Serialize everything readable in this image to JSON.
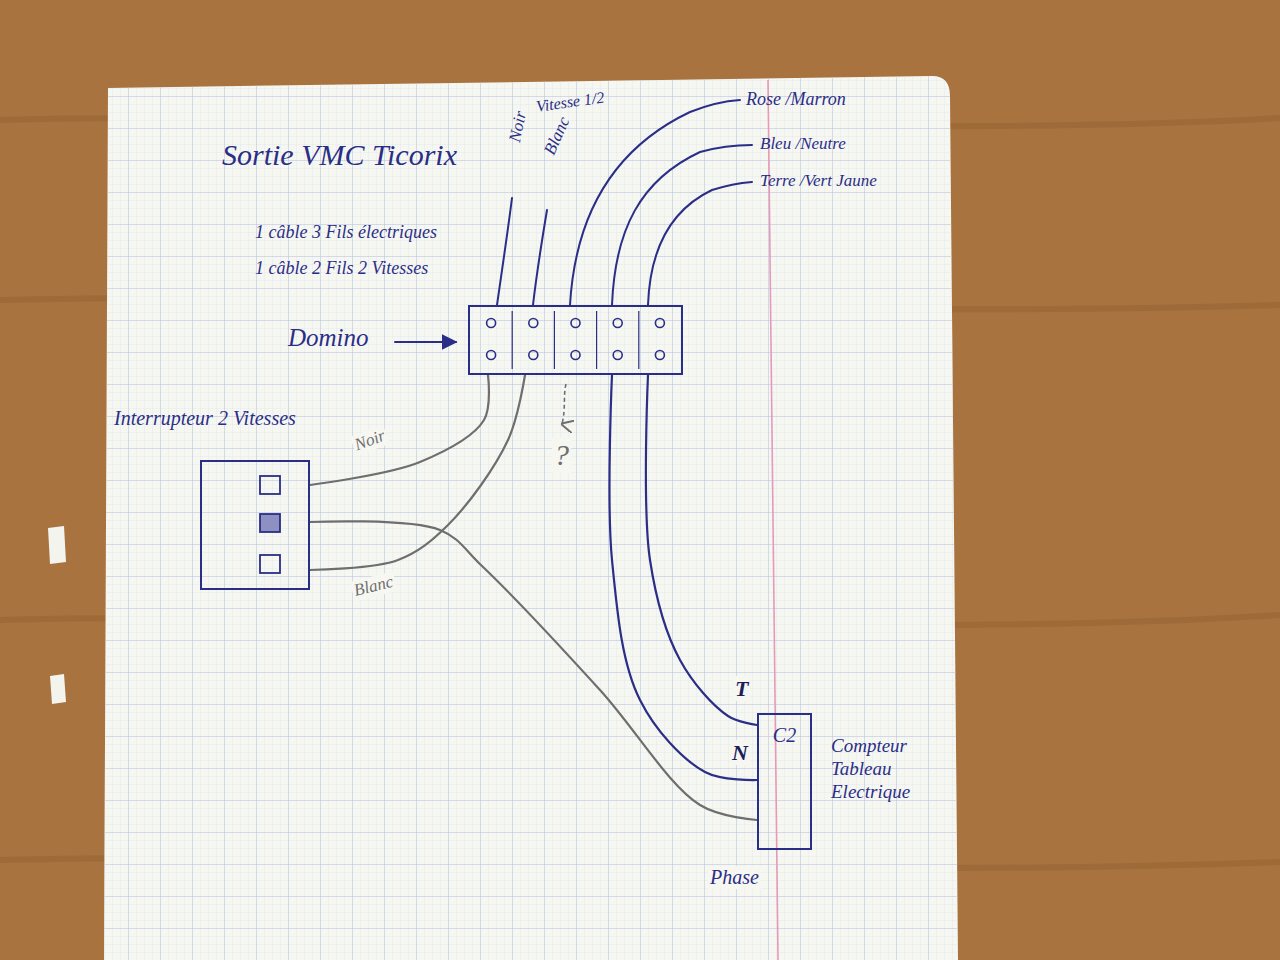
{
  "diagram": {
    "title": "Sortie VMC Ticorix",
    "nodes": [
      {
        "text": [
          "Domino"
        ]
      },
      {
        "text": [
          "Interrupteur 2 Vitesses"
        ]
      },
      {
        "text": [
          "C2",
          "Compteur Tableau Electrique"
        ]
      }
    ],
    "edges": [
      {
        "from": 0,
        "to": 1,
        "arrow": "none",
        "label": "Noir"
      },
      {
        "from": 0,
        "to": 1,
        "arrow": "none",
        "label": "Blanc"
      },
      {
        "from": 1,
        "to": 2,
        "arrow": "none"
      },
      {
        "from": 0,
        "to": 2,
        "arrow": "none"
      },
      {
        "from": 0,
        "to": 2,
        "arrow": "none"
      }
    ],
    "labels": [
      "1 câble 3 Fils électriques",
      "1 câble 2 Fils 2 Vitesses",
      "Vitesse 1/2",
      "Noir",
      "Blanc",
      "Rose /Marron",
      "Bleu /Neutre",
      "Terre /Vert Jaune",
      "?",
      "T",
      "N",
      "Phase"
    ]
  }
}
